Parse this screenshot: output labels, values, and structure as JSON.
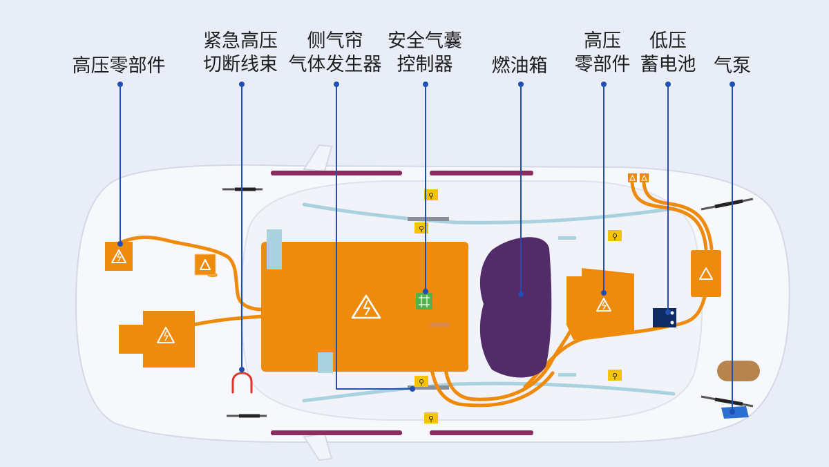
{
  "labels": {
    "hv_components_front": [
      "高压零部件"
    ],
    "emergency_hv_cut": [
      "紧急高压",
      "切断线束"
    ],
    "curtain_airbag": [
      "侧气帘",
      "气体发生器"
    ],
    "airbag_controller": [
      "安全气囊",
      "控制器"
    ],
    "fuel_tank": [
      "燃油箱"
    ],
    "hv_components_rear": [
      "高压",
      "零部件"
    ],
    "lv_battery": [
      "低压",
      "蓄电池"
    ],
    "gas_pump": [
      "气泵"
    ]
  },
  "colors": {
    "background": "#e9edf7",
    "car_body": "#f7f8fc",
    "hv_orange": "#ee8a0c",
    "fuel_purple": "#522b69",
    "pointer_blue": "#1f4fb4",
    "strut_purple": "#8a2d5e",
    "curtain_blue": "#a9d1de",
    "battery_navy": "#0f2b63",
    "pump_blue": "#2b6fd0",
    "brown_part": "#b8844e",
    "warning_yellow": "#f5c400",
    "controller_green": "#52b448"
  },
  "icons": [
    "high-voltage-warning-icon",
    "seatbelt-pretensioner-icon",
    "airbag-controller-icon",
    "emergency-cut-loop-icon"
  ]
}
